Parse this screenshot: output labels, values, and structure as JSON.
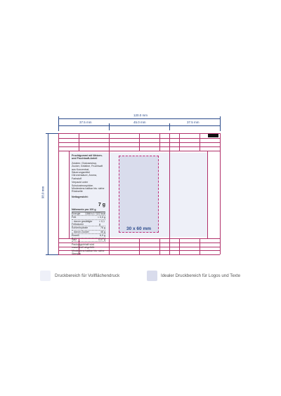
{
  "dimensions": {
    "total_width": "120.0 mm",
    "left_panel": "37.5 mm",
    "center_panel": "45.0 mm",
    "right_panel": "37.5 mm",
    "height": "98.0 mm"
  },
  "logo_area_label": "30 x 60 mm",
  "label": {
    "product_title": "Fruchtgummi mit Weizen- und Fruchtsaft-Anteil",
    "ingredients_1": "Zutaten: Glukosesirup, Zucker, Gelatine, Fruchtsaft aus Konzentrat, Säuerungsmittel Citronensäure, Aroma, Farbstoff",
    "ingredients_2": "Verpackt unter Schutzatmosphäre. Mindestens haltbar bis: siehe Rückseite",
    "net_weight_label": "Nettogewicht:",
    "net_weight": "7 g",
    "nutrition_title": "Nährwerte pro 100 g",
    "nutrition_rows": [
      {
        "name": "Energie",
        "value": "1368 kJ / 322 kcal"
      },
      {
        "name": "Fett",
        "value": "< 0,5 g"
      },
      {
        "name": "– davon gesättigte Fettsäuren",
        "value": "< 0,1 g"
      },
      {
        "name": "Kohlenhydrate",
        "value": "76 g"
      },
      {
        "name": "– davon Zucker",
        "value": "46 g"
      },
      {
        "name": "Eiweiß",
        "value": "6,9 g"
      },
      {
        "name": "Salz",
        "value": "0,07 g"
      }
    ],
    "footer": "Packungsinhalt wird maschinell abgefüllt. Mindestens haltbar bis: siehe Stempel"
  },
  "legend": {
    "full_print": "Druckbereich für Vollflächendruck",
    "logo_print": "Idealer Druckbereich für Logos und Texte"
  },
  "colors": {
    "grid": "#b0306a",
    "dimension": "#2a4a8a",
    "full_area": "#eef0f8",
    "logo_area": "#d9dcec"
  }
}
